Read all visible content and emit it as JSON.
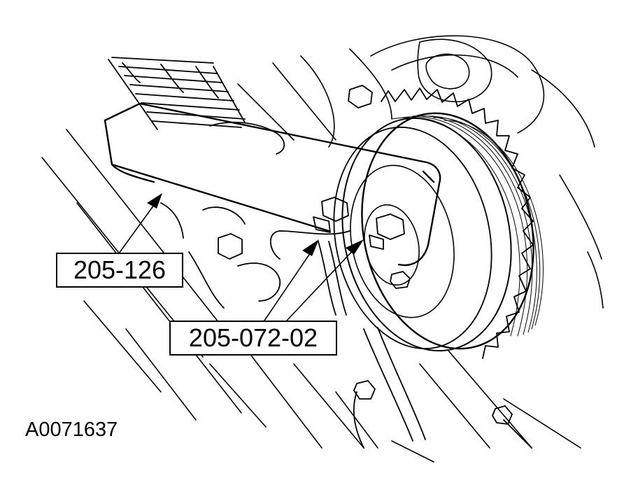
{
  "callouts": {
    "tool_1": "205-126",
    "tool_2": "205-072-02"
  },
  "figure_id": "A0071637",
  "colors": {
    "line": "#000000",
    "background": "#ffffff"
  }
}
